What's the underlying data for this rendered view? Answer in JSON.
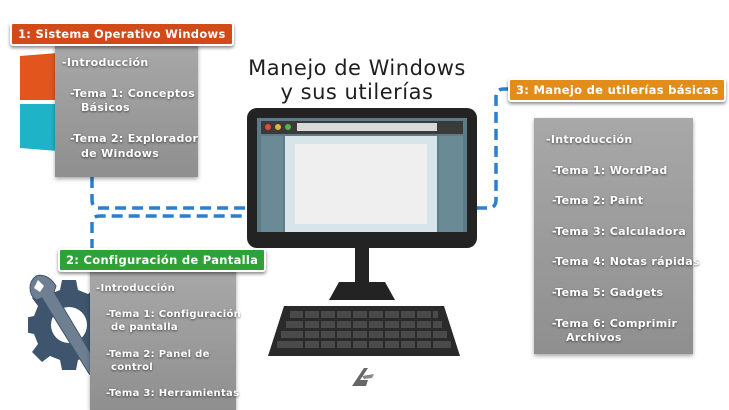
{
  "title": {
    "line1": "Manejo de Windows",
    "line2": "y sus utilerías"
  },
  "sections": {
    "s1": {
      "label": "1: Sistema Operativo Windows",
      "color": "#d24a17",
      "items": [
        "-Introducción",
        "-Tema 1: Conceptos",
        "Básicos",
        "-Tema 2: Explorador",
        "de Windows"
      ]
    },
    "s2": {
      "label": "2: Configuración de Pantalla",
      "color": "#2ea238",
      "items": [
        "-Introducción",
        "-Tema 1: Configuración",
        "de pantalla",
        "-Tema 2: Panel de",
        "control",
        "-Tema 3: Herramientas"
      ]
    },
    "s3": {
      "label": "3: Manejo de utilerías básicas",
      "color": "#e28d1a",
      "items": [
        "-Introducción",
        "-Tema 1: WordPad",
        "-Tema 2: Paint",
        "-Tema 3: Calculadora",
        "-Tema 4: Notas rápidas",
        "-Tema 5: Gadgets",
        "-Tema 6: Comprimir",
        "Archivos"
      ]
    }
  },
  "icons": {
    "windows_logo": "windows-logo-icon",
    "settings": "wrench-gear-icon",
    "computer": "desktop-computer-icon",
    "keyboard": "keyboard-icon",
    "brand": "brand-logo-icon"
  },
  "colors": {
    "connector": "#2b7fd0",
    "panel": "#9c9c9c"
  }
}
